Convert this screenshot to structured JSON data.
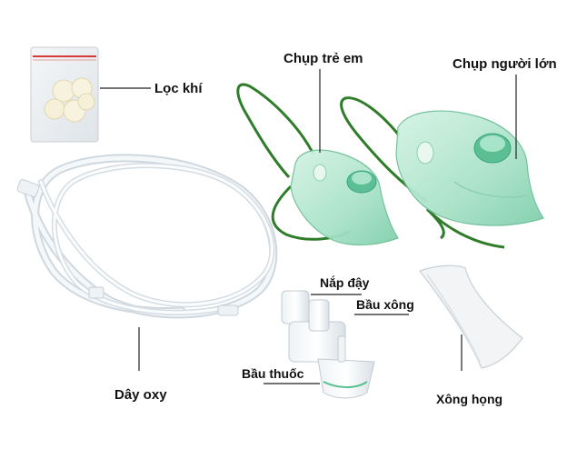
{
  "labels": {
    "filter": "Lọc khí",
    "child_mask": "Chụp trẻ em",
    "adult_mask": "Chụp người lớn",
    "lid": "Nắp đậy",
    "nebulizer_cup": "Bầu xông",
    "medicine_cup": "Bầu thuốc",
    "oxygen_tube": "Dây oxy",
    "mouthpiece": "Xông họng"
  },
  "colors": {
    "mask_green": "#9fdcc0",
    "mask_dark": "#3aa57e",
    "strap_green": "#2f7d2a",
    "tube": "#e6edf2",
    "leader": "#222222"
  }
}
